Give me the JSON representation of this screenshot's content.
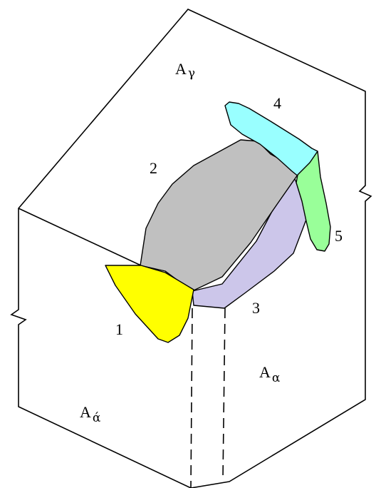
{
  "labels": {
    "face_top": {
      "base": "A",
      "sub": "γ"
    },
    "face_front": {
      "base": "A",
      "sub": "α"
    },
    "face_left": {
      "base": "A",
      "sub": "ά"
    },
    "zone_1": "1",
    "zone_2": "2",
    "zone_3": "3",
    "zone_4": "4",
    "zone_5": "5"
  },
  "colors": {
    "zone_1": "#ffff00",
    "zone_2": "#c0c0c0",
    "zone_3": "#ccc6ea",
    "zone_4": "#99ffff",
    "zone_5": "#99ff99",
    "outline": "#000000",
    "background": "#ffffff"
  }
}
